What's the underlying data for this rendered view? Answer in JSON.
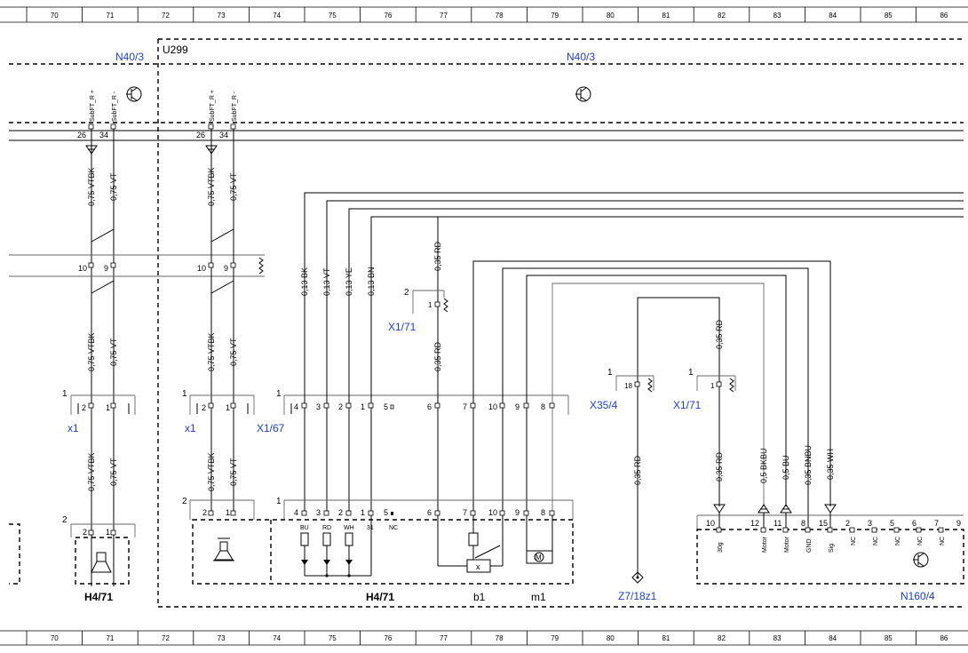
{
  "grid_columns": [
    "70",
    "71",
    "72",
    "73",
    "74",
    "75",
    "76",
    "77",
    "78",
    "79",
    "80",
    "81",
    "82",
    "83",
    "84",
    "85",
    "86"
  ],
  "module_label": "U299",
  "top_components": [
    {
      "id": "N40/3",
      "label": "N40/3"
    },
    {
      "id": "N40/3-main",
      "label": "N40/3"
    }
  ],
  "top_pins": {
    "subft_r_plus": "SubFT_R +",
    "subft_r_minus": "SubFT_R -",
    "pin26": "26",
    "pin34": "34"
  },
  "wires": {
    "vtbk": "0,75 VTBK",
    "vt": "0,75 VT",
    "bk013": "0,13 BK",
    "vt013": "0,13 VT",
    "ye013": "0,13 YE",
    "bn013": "0,13 BN",
    "rd035": "0,35 RD",
    "bkbu05": "0,5 BKBU",
    "bu05": "0,5 BU",
    "bnbu035": "0,35 BNBU",
    "wh035": "0,35 WH"
  },
  "connector_labels": {
    "x1": "x1",
    "x1_67": "X1/67",
    "x1_71": "X1/71",
    "x35_4": "X35/4",
    "z7_18z1": "Z7/18z1",
    "h4_71": "H4/71",
    "n160_4": "N160/4",
    "b1": "b1",
    "m1": "m1"
  },
  "pins": {
    "p1": "1",
    "p2": "2",
    "p3": "3",
    "p4": "4",
    "p5": "5",
    "p6": "6",
    "p7": "7",
    "p8": "8",
    "p9": "9",
    "p10": "10",
    "p11": "11",
    "p12": "12",
    "p15": "15",
    "p18": "18"
  },
  "speaker_labels": {
    "bu": "BU",
    "rd": "RD",
    "wh": "WH",
    "n31": "31",
    "nc": "NC"
  },
  "n160_pins": {
    "g30": "30g",
    "motor": "Motor",
    "gnd": "GND",
    "sig": "Sig",
    "nc": "NC"
  },
  "motor_symbol": "M",
  "x_symbol": "x"
}
